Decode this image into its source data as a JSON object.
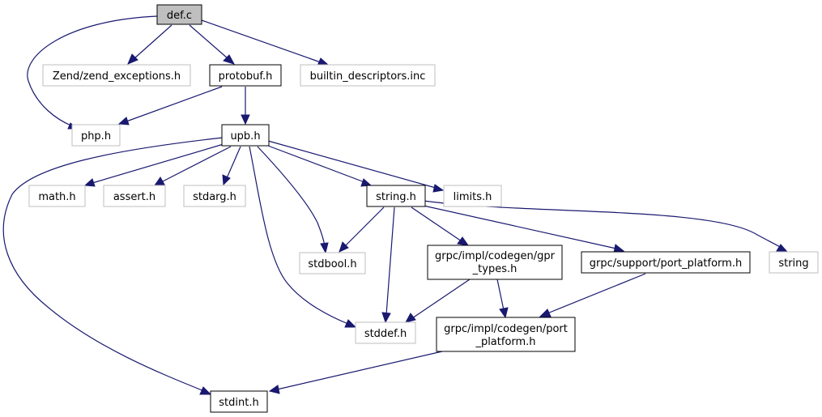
{
  "diagram": {
    "nodes": {
      "def_c": {
        "label": "def.c"
      },
      "zend_exceptions": {
        "label": "Zend/zend_exceptions.h"
      },
      "protobuf_h": {
        "label": "protobuf.h"
      },
      "builtin_descriptors": {
        "label": "builtin_descriptors.inc"
      },
      "php_h": {
        "label": "php.h"
      },
      "upb_h": {
        "label": "upb.h"
      },
      "math_h": {
        "label": "math.h"
      },
      "assert_h": {
        "label": "assert.h"
      },
      "stdarg_h": {
        "label": "stdarg.h"
      },
      "string_h": {
        "label": "string.h"
      },
      "limits_h": {
        "label": "limits.h"
      },
      "stdbool_h": {
        "label": "stdbool.h"
      },
      "gpr_types_h": {
        "lines": [
          "grpc/impl/codegen/gpr",
          "_types.h"
        ]
      },
      "port_platform_support": {
        "label": "grpc/support/port_platform.h"
      },
      "string": {
        "label": "string"
      },
      "stddef_h": {
        "label": "stddef.h"
      },
      "port_platform_codegen": {
        "lines": [
          "grpc/impl/codegen/port",
          "_platform.h"
        ]
      },
      "stdint_h": {
        "label": "stdint.h"
      }
    }
  }
}
